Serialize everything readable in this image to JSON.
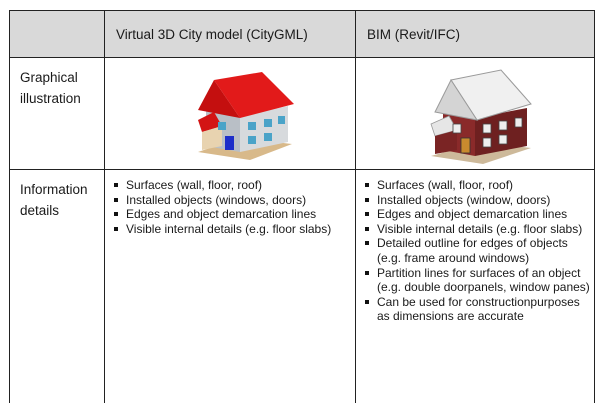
{
  "table": {
    "header": {
      "col0": "",
      "col1": "Virtual 3D City model (CityGML)",
      "col2": "BIM (Revit/IFC)"
    },
    "rows": [
      {
        "label": "Graphical illustration",
        "col1_image": "red-roof-house-icon",
        "col2_image": "white-roof-brick-house-icon"
      },
      {
        "label": "Information details",
        "col1_items": [
          "Surfaces (wall, floor, roof)",
          "Installed objects (windows, doors)",
          "Edges and object demarcation lines",
          "Visible internal details (e.g. floor slabs)"
        ],
        "col2_items": [
          "Surfaces (wall, floor, roof)",
          "Installed objects (window, doors)",
          "Edges and object demarcation lines",
          "Visible internal details (e.g. floor slabs)",
          "Detailed outline for edges of objects (e.g. frame around windows)",
          "Partition lines for surfaces of an object (e.g. double doorpanels, window panes)",
          "Can be used for constructionpurposes as dimensions are accurate"
        ]
      }
    ]
  },
  "colors": {
    "header_bg": "#d9d9d9",
    "citygml_roof": "#e21a1a",
    "bim_brick": "#7a2424",
    "bim_roof": "#f2f2f2"
  }
}
